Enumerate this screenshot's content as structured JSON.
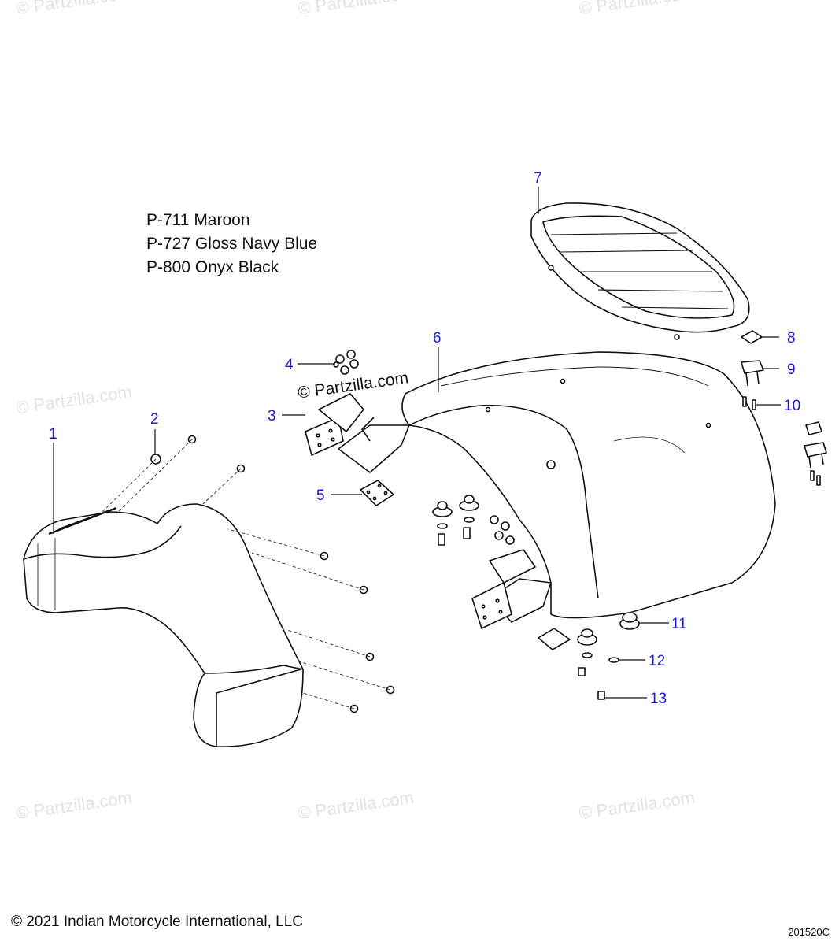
{
  "diagram": {
    "color_notes": [
      "P-711 Maroon",
      "P-727 Gloss Navy Blue",
      "P-800 Onyx Black"
    ],
    "callouts": [
      "1",
      "2",
      "3",
      "4",
      "5",
      "6",
      "7",
      "8",
      "9",
      "10",
      "11",
      "12",
      "13"
    ],
    "watermark": "© Partzilla.com",
    "copyright": "© 2021 Indian Motorcycle International, LLC",
    "drawing_code": "201520C",
    "colors": {
      "callout": "#1a1ad6",
      "line": "#111111",
      "watermark": "#e2e2e2"
    }
  }
}
